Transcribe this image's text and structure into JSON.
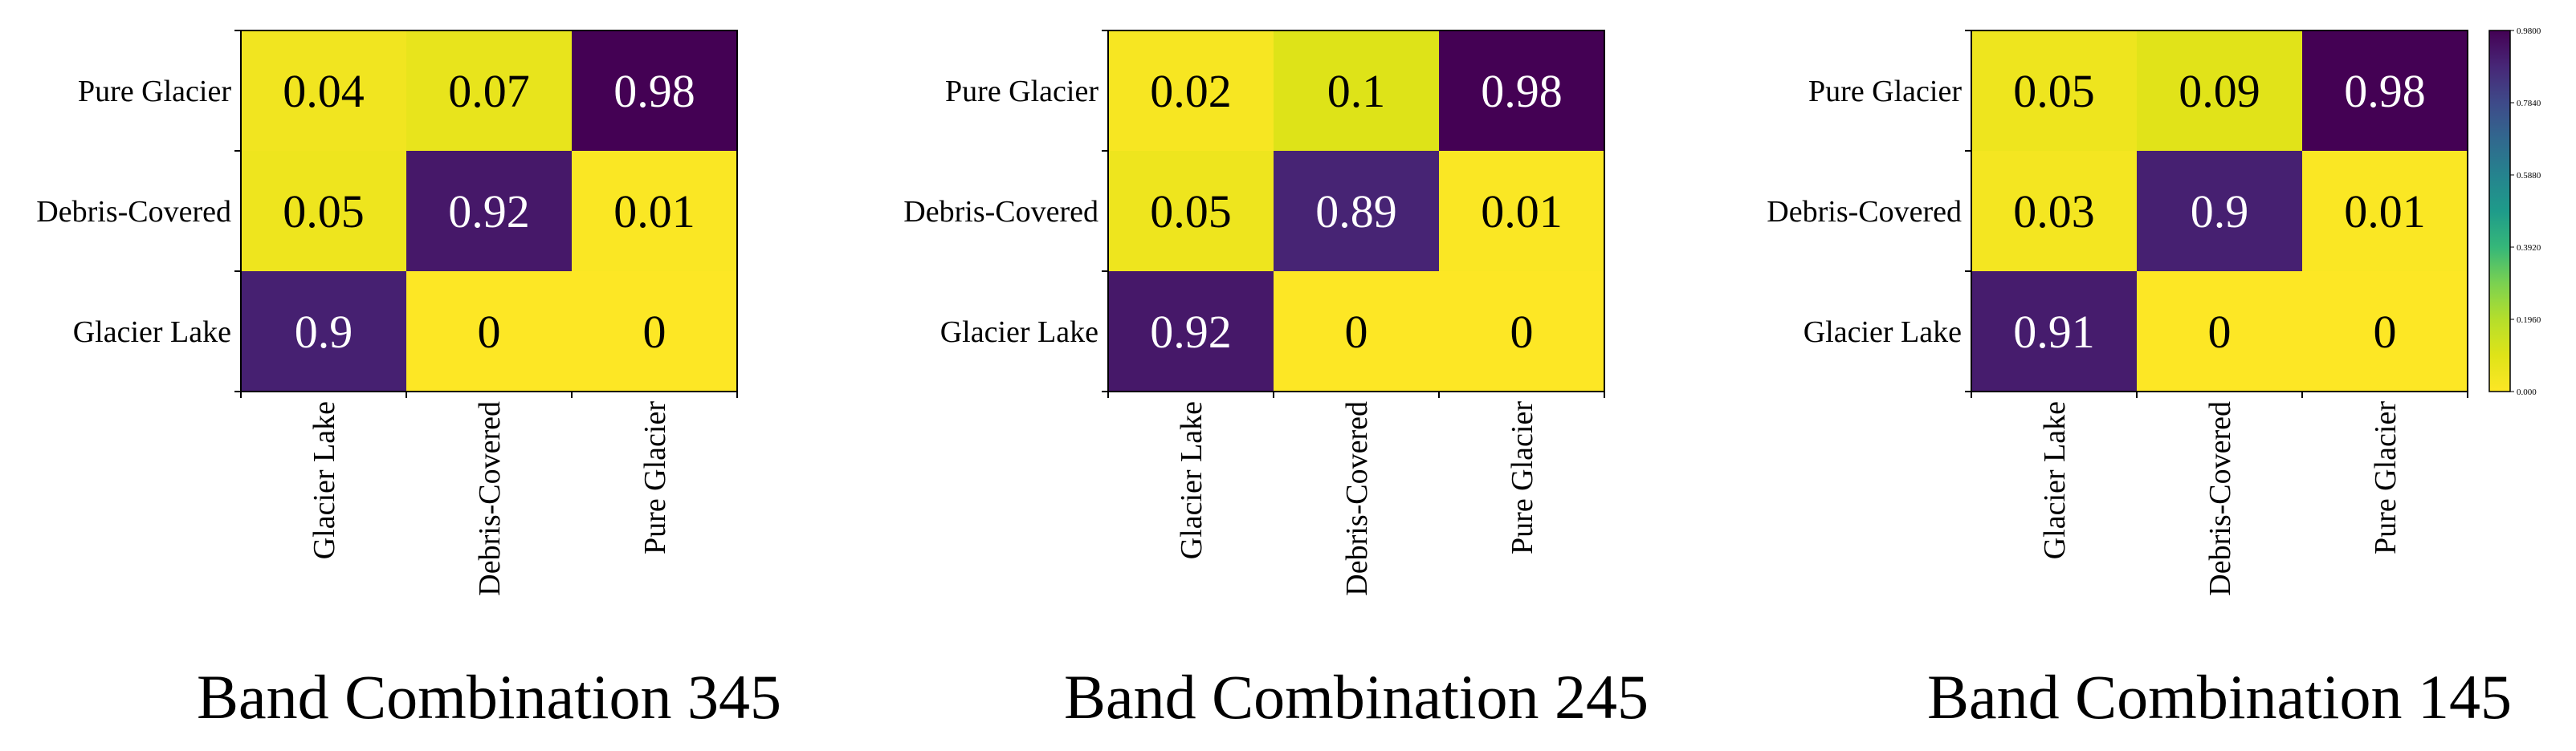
{
  "chart_data": [
    {
      "type": "heatmap",
      "title": "Band Combination 345",
      "rows": [
        "Pure Glacier",
        "Debris-Covered",
        "Glacier Lake"
      ],
      "columns": [
        "Glacier Lake",
        "Debris-Covered",
        "Pure Glacier"
      ],
      "values": [
        [
          0.04,
          0.07,
          0.98
        ],
        [
          0.05,
          0.92,
          0.01
        ],
        [
          0.9,
          0,
          0
        ]
      ],
      "cell_labels": [
        [
          "0.04",
          "0.07",
          "0.98"
        ],
        [
          "0.05",
          "0.92",
          "0.01"
        ],
        [
          "0.9",
          "0",
          "0"
        ]
      ],
      "vmin": 0,
      "vmax": 0.98,
      "colormap": "viridis (reversed)"
    },
    {
      "type": "heatmap",
      "title": "Band Combination 245",
      "rows": [
        "Pure Glacier",
        "Debris-Covered",
        "Glacier Lake"
      ],
      "columns": [
        "Glacier Lake",
        "Debris-Covered",
        "Pure Glacier"
      ],
      "values": [
        [
          0.02,
          0.1,
          0.98
        ],
        [
          0.05,
          0.89,
          0.01
        ],
        [
          0.92,
          0,
          0
        ]
      ],
      "cell_labels": [
        [
          "0.02",
          "0.1",
          "0.98"
        ],
        [
          "0.05",
          "0.89",
          "0.01"
        ],
        [
          "0.92",
          "0",
          "0"
        ]
      ],
      "vmin": 0,
      "vmax": 0.98,
      "colormap": "viridis (reversed)"
    },
    {
      "type": "heatmap",
      "title": "Band Combination 145",
      "rows": [
        "Pure Glacier",
        "Debris-Covered",
        "Glacier Lake"
      ],
      "columns": [
        "Glacier Lake",
        "Debris-Covered",
        "Pure Glacier"
      ],
      "values": [
        [
          0.05,
          0.09,
          0.98
        ],
        [
          0.03,
          0.9,
          0.01
        ],
        [
          0.91,
          0,
          0
        ]
      ],
      "cell_labels": [
        [
          "0.05",
          "0.09",
          "0.98"
        ],
        [
          "0.03",
          "0.9",
          "0.01"
        ],
        [
          "0.91",
          "0",
          "0"
        ]
      ],
      "vmin": 0,
      "vmax": 0.98,
      "colormap": "viridis (reversed)",
      "colorbar": {
        "ticks": [
          0,
          0.196,
          0.392,
          0.588,
          0.784,
          0.98
        ],
        "tick_labels": [
          "0.000",
          "0.1960",
          "0.3920",
          "0.5880",
          "0.7840",
          "0.9800"
        ]
      }
    }
  ]
}
